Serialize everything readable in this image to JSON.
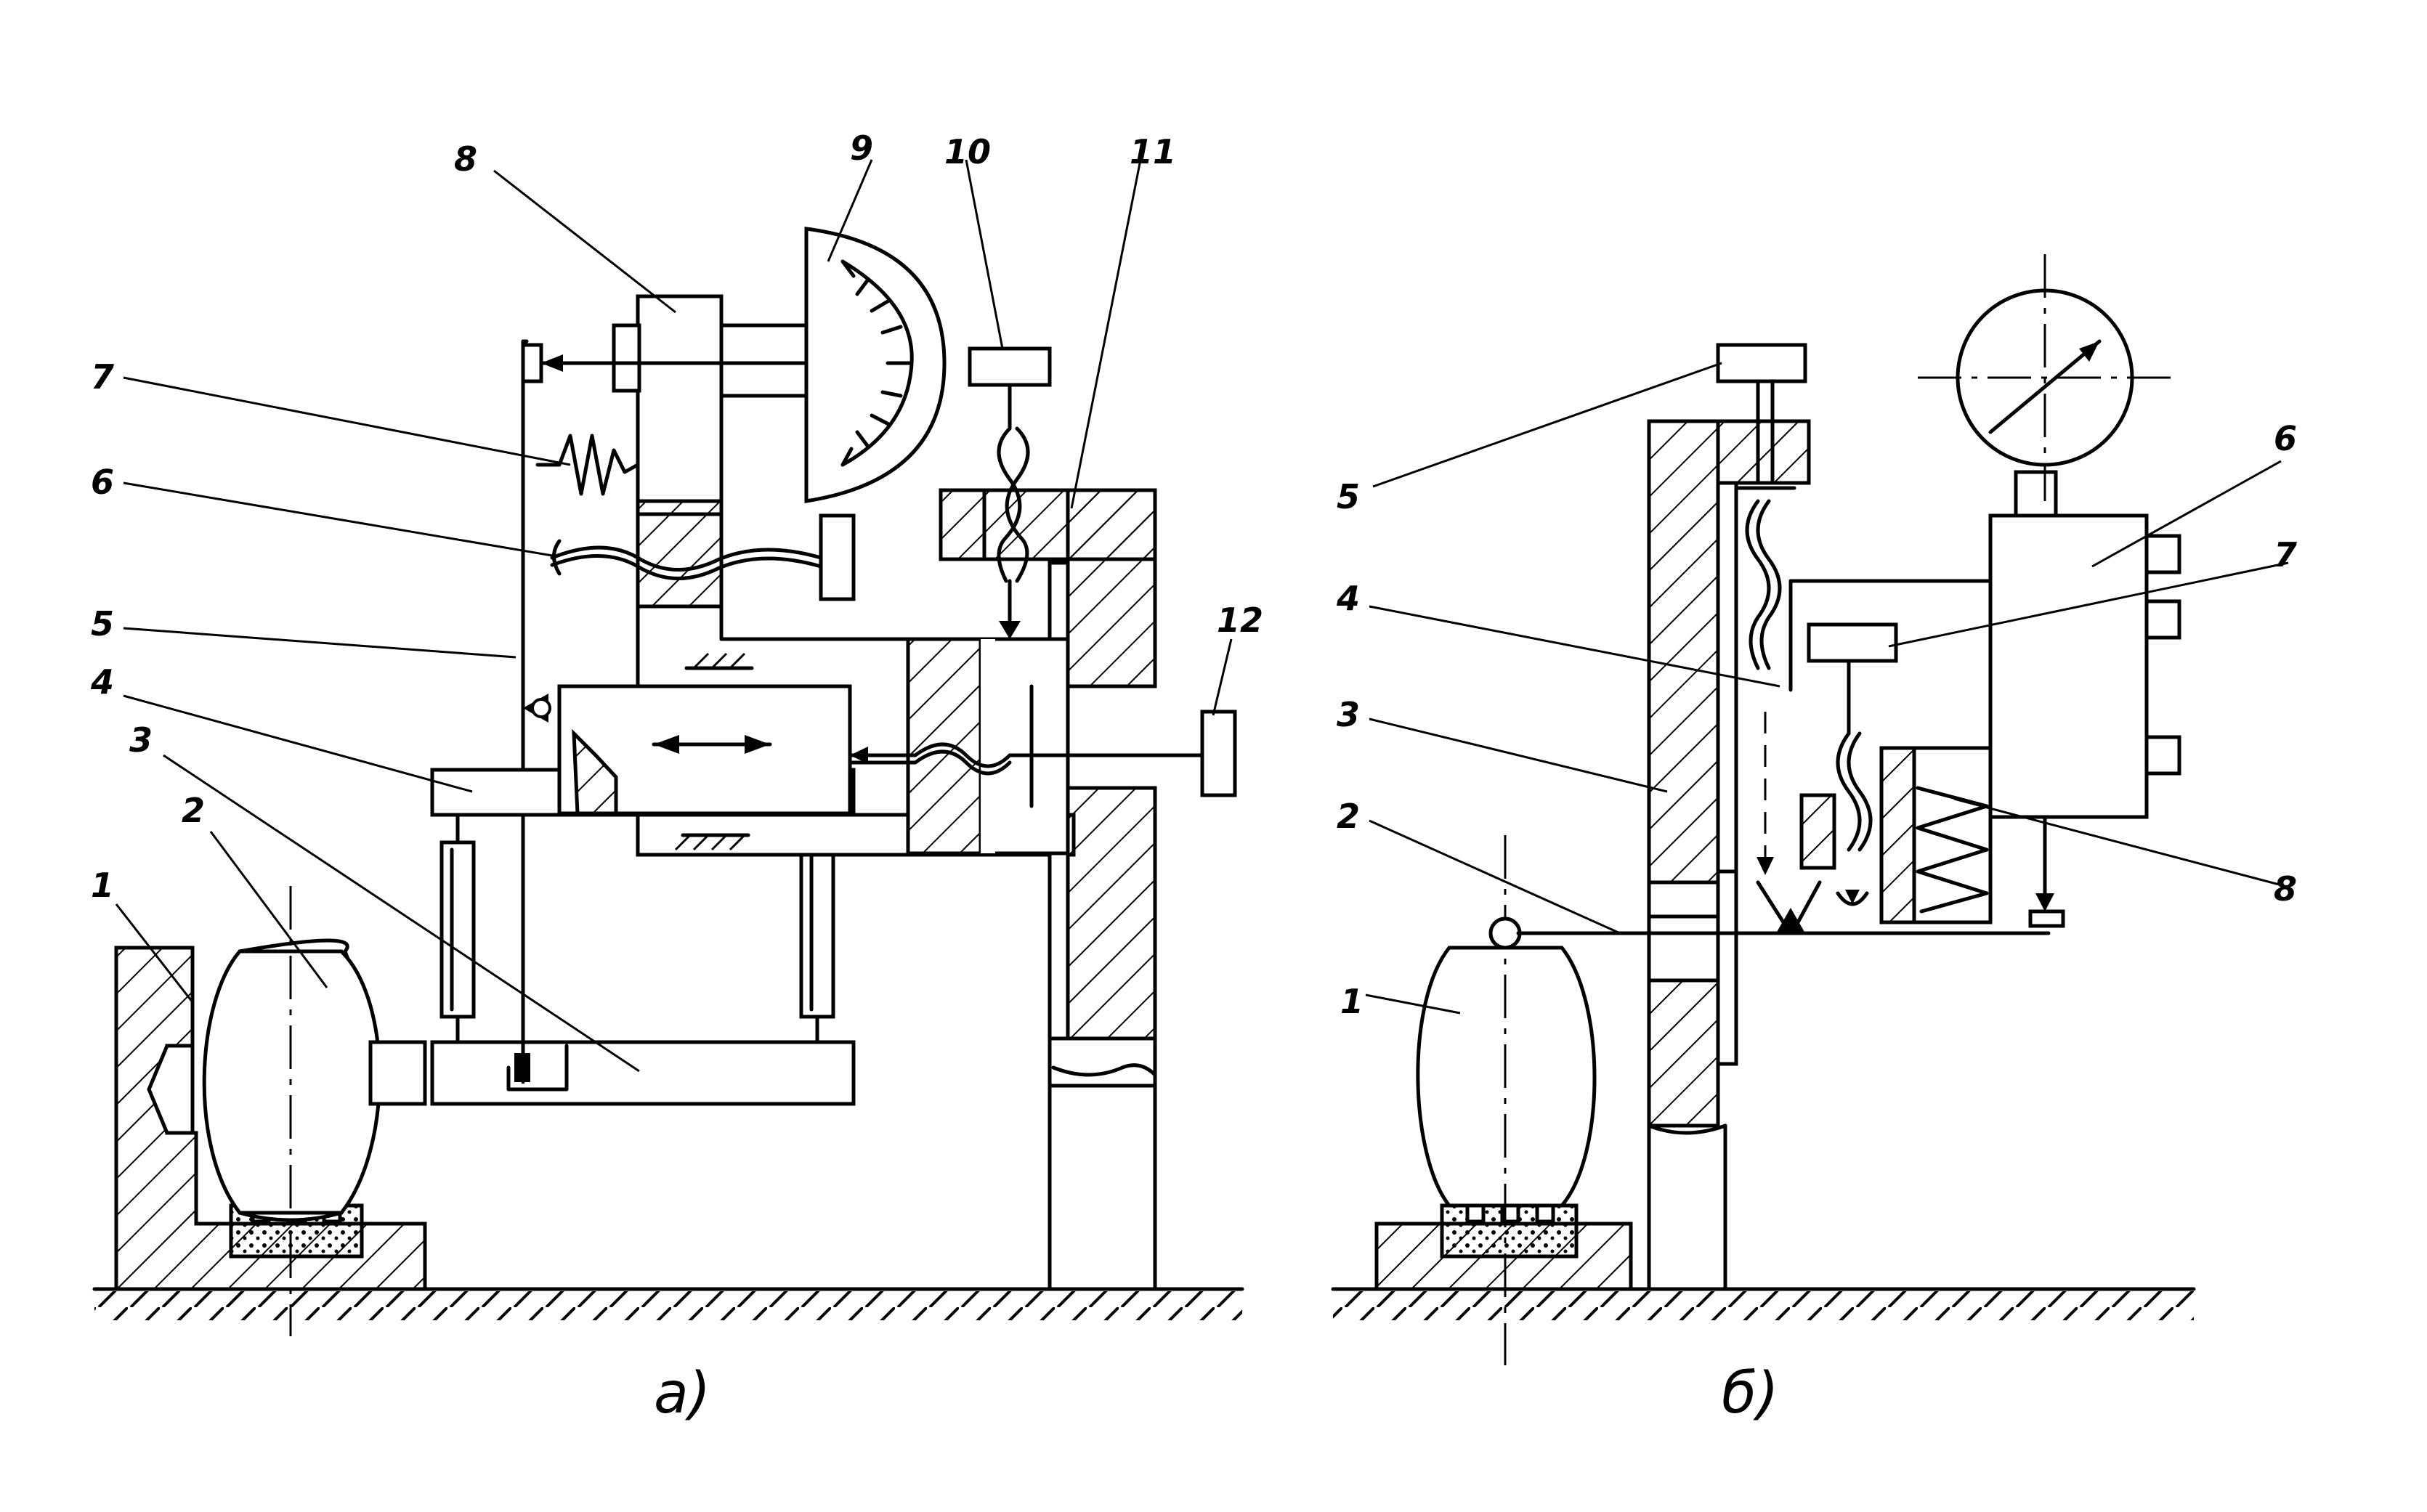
{
  "figure_a": {
    "caption": "а)",
    "labels": [
      "1",
      "2",
      "3",
      "4",
      "5",
      "6",
      "7",
      "8",
      "9",
      "10",
      "11",
      "12"
    ]
  },
  "figure_b": {
    "caption": "б)",
    "labels": [
      "1",
      "2",
      "3",
      "4",
      "5",
      "6",
      "7",
      "8"
    ]
  }
}
